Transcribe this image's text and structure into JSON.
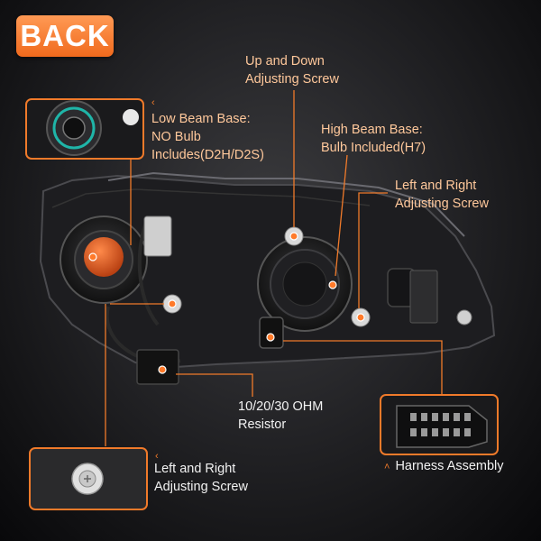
{
  "badge": "BACK",
  "labels": {
    "up_down": [
      "Up and Down",
      "Adjusting Screw"
    ],
    "low_beam": [
      "Low Beam Base:",
      "NO Bulb",
      "Includes(D2H/D2S)"
    ],
    "high_beam": [
      "High Beam Base:",
      "Bulb Included(H7)"
    ],
    "left_right_top": [
      "Left and Right",
      "Adjusting Screw"
    ],
    "resistor": [
      "10/20/30 OHM",
      "Resistor"
    ],
    "left_right_bottom": [
      "Left and Right",
      "Adjusting Screw"
    ],
    "harness": "Harness Assembly"
  },
  "colors": {
    "accent": "#f07a2a",
    "label_text": "#ffc89b",
    "dot": "#ff7a2a"
  },
  "icons": {
    "pointer": "chevron-pointer-icon"
  }
}
